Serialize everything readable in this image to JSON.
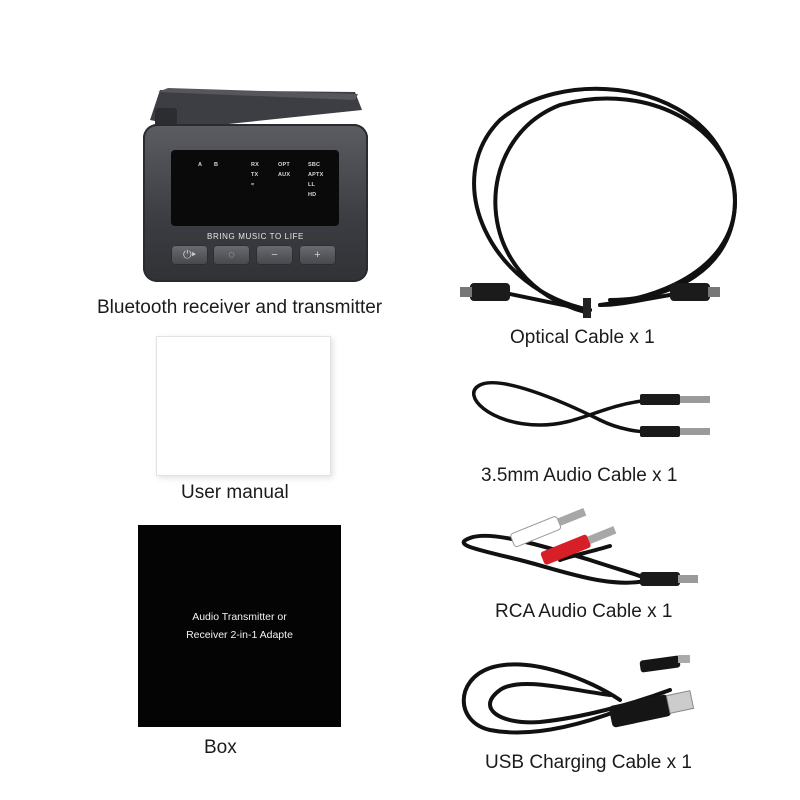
{
  "products": {
    "device": {
      "caption": "Bluetooth receiver and transmitter",
      "slogan": "BRING MUSIC TO LIFE",
      "screen_labels": [
        "A",
        "B",
        "RX",
        "TX",
        "OPT",
        "AUX",
        "SBC",
        "APTX",
        "LL",
        "HD"
      ],
      "buttons": [
        "power-play",
        "pair",
        "minus",
        "plus"
      ]
    },
    "manual": {
      "caption": "User manual"
    },
    "box": {
      "caption": "Box",
      "line1": "Audio Transmitter or",
      "line2": "Receiver 2-in-1 Adapte"
    },
    "optical": {
      "caption": "Optical Cable x 1"
    },
    "aux": {
      "caption": "3.5mm Audio Cable x 1"
    },
    "rca": {
      "caption": "RCA Audio Cable x 1",
      "plug_colors": [
        "#ffffff",
        "#d61f26"
      ]
    },
    "usb": {
      "caption": "USB Charging Cable x 1"
    }
  },
  "colors": {
    "background": "#ffffff",
    "cable": "#111111",
    "device_body": "#45474c"
  }
}
